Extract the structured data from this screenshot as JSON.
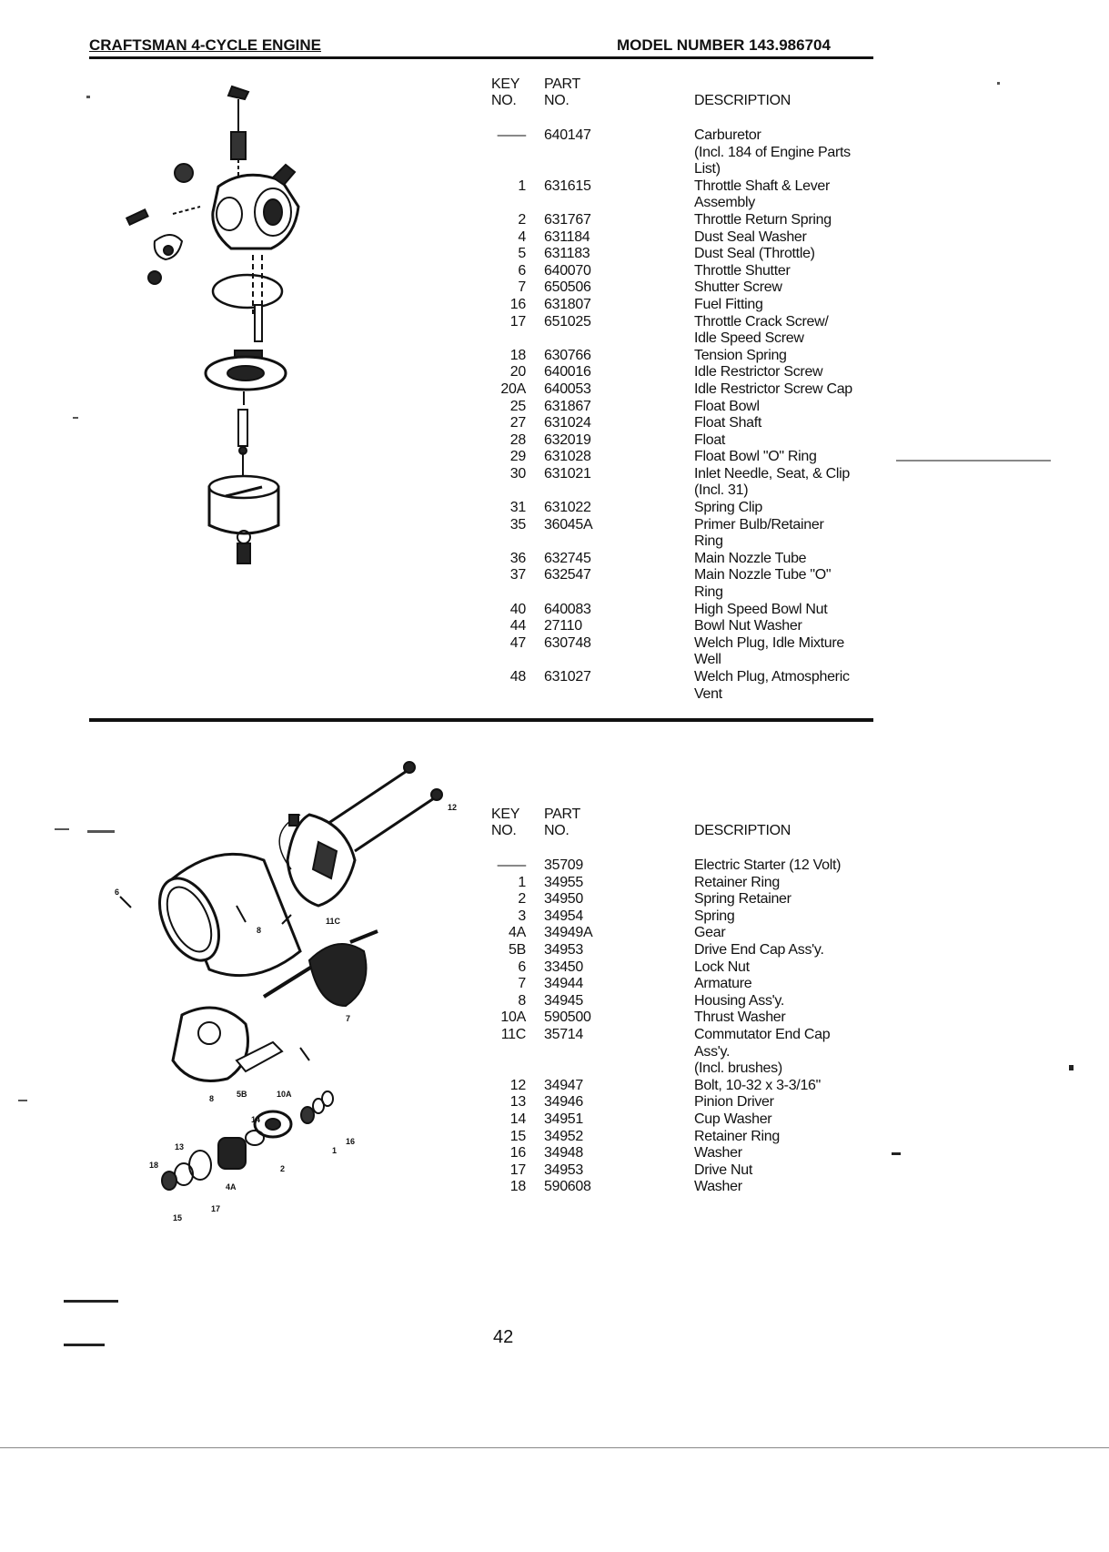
{
  "header": {
    "left_title": "CRAFTSMAN 4-CYCLE ENGINE",
    "right_title": "MODEL NUMBER 143.986704"
  },
  "table_headers": {
    "key_line1": "KEY",
    "key_line2": "NO.",
    "part_line1": "PART",
    "part_line2": "NO.",
    "description": "DESCRIPTION"
  },
  "carburetor_parts": [
    {
      "key": "——",
      "part": "640147",
      "desc": "Carburetor\n(Incl. 184 of Engine Parts\nList)"
    },
    {
      "key": "1",
      "part": "631615",
      "desc": "Throttle Shaft & Lever\nAssembly"
    },
    {
      "key": "2",
      "part": "631767",
      "desc": "Throttle Return Spring"
    },
    {
      "key": "4",
      "part": "631184",
      "desc": "Dust Seal Washer"
    },
    {
      "key": "5",
      "part": "631183",
      "desc": "Dust Seal (Throttle)"
    },
    {
      "key": "6",
      "part": "640070",
      "desc": "Throttle Shutter"
    },
    {
      "key": "7",
      "part": "650506",
      "desc": "Shutter Screw"
    },
    {
      "key": "16",
      "part": "631807",
      "desc": "Fuel Fitting"
    },
    {
      "key": "17",
      "part": "651025",
      "desc": "Throttle Crack Screw/\nIdle Speed Screw"
    },
    {
      "key": "18",
      "part": "630766",
      "desc": "Tension Spring"
    },
    {
      "key": "20",
      "part": "640016",
      "desc": "Idle Restrictor Screw"
    },
    {
      "key": "20A",
      "part": "640053",
      "desc": "Idle Restrictor Screw Cap"
    },
    {
      "key": "25",
      "part": "631867",
      "desc": "Float Bowl"
    },
    {
      "key": "27",
      "part": "631024",
      "desc": "Float Shaft"
    },
    {
      "key": "28",
      "part": "632019",
      "desc": "Float"
    },
    {
      "key": "29",
      "part": "631028",
      "desc": "Float Bowl \"O\" Ring"
    },
    {
      "key": "30",
      "part": "631021",
      "desc": "Inlet Needle, Seat, & Clip\n(Incl. 31)"
    },
    {
      "key": "31",
      "part": "631022",
      "desc": "Spring Clip"
    },
    {
      "key": "35",
      "part": "36045A",
      "desc": "Primer Bulb/Retainer\nRing"
    },
    {
      "key": "36",
      "part": "632745",
      "desc": "Main Nozzle Tube"
    },
    {
      "key": "37",
      "part": "632547",
      "desc": "Main Nozzle Tube \"O\"\nRing"
    },
    {
      "key": "40",
      "part": "640083",
      "desc": "High Speed Bowl Nut"
    },
    {
      "key": "44",
      "part": "27110",
      "desc": "Bowl Nut Washer"
    },
    {
      "key": "47",
      "part": "630748",
      "desc": "Welch Plug, Idle Mixture\nWell"
    },
    {
      "key": "48",
      "part": "631027",
      "desc": "Welch Plug, Atmospheric\nVent"
    }
  ],
  "starter_parts": [
    {
      "key": "——",
      "part": "35709",
      "desc": "Electric Starter (12 Volt)"
    },
    {
      "key": "1",
      "part": "34955",
      "desc": "Retainer Ring"
    },
    {
      "key": "2",
      "part": "34950",
      "desc": "Spring Retainer"
    },
    {
      "key": "3",
      "part": "34954",
      "desc": "Spring"
    },
    {
      "key": "4A",
      "part": "34949A",
      "desc": "Gear"
    },
    {
      "key": "5B",
      "part": "34953",
      "desc": "Drive End Cap Ass'y."
    },
    {
      "key": "6",
      "part": "33450",
      "desc": "Lock Nut"
    },
    {
      "key": "7",
      "part": "34944",
      "desc": "Armature"
    },
    {
      "key": "8",
      "part": "34945",
      "desc": "Housing Ass'y."
    },
    {
      "key": "10A",
      "part": "590500",
      "desc": "Thrust Washer"
    },
    {
      "key": "11C",
      "part": "35714",
      "desc": "Commutator End Cap\nAss'y.\n(Incl. brushes)"
    },
    {
      "key": "12",
      "part": "34947",
      "desc": "Bolt, 10-32 x 3-3/16\""
    },
    {
      "key": "13",
      "part": "34946",
      "desc": "Pinion Driver"
    },
    {
      "key": "14",
      "part": "34951",
      "desc": "Cup Washer"
    },
    {
      "key": "15",
      "part": "34952",
      "desc": "Retainer Ring"
    },
    {
      "key": "16",
      "part": "34948",
      "desc": "Washer"
    },
    {
      "key": "17",
      "part": "34953",
      "desc": "Drive Nut"
    },
    {
      "key": "18",
      "part": "590608",
      "desc": "Washer"
    }
  ],
  "page_number": "42",
  "starter_diagram_labels": {
    "l12": "12",
    "l11c": "11C",
    "l8": "8",
    "l6": "6",
    "l7": "7",
    "l5b": "5B",
    "l8b": "8",
    "l10a": "10A",
    "l14": "14",
    "l16": "16",
    "l1": "1",
    "l2": "2",
    "l4a": "4A",
    "l13": "13",
    "l18": "18",
    "l17": "17",
    "l15": "15"
  }
}
